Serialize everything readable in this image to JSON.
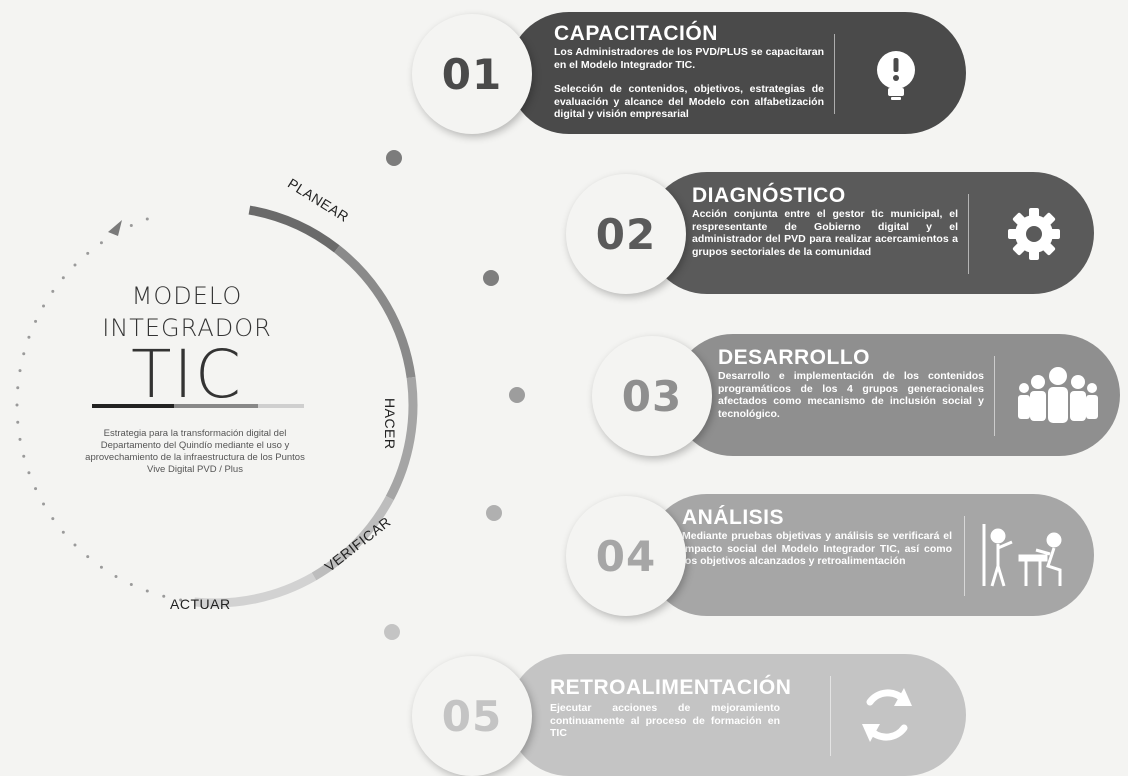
{
  "center": {
    "title_line1": "MODELO",
    "title_line2": "INTEGRADOR",
    "title_big": "TIC",
    "description": "Estrategia para la transformación digital del Departamento del Quindío mediante el uso y aprovechamiento de la infraestructura de los Puntos Vive Digital PVD / Plus"
  },
  "cycle": {
    "phases": [
      "PLANEAR",
      "HACER",
      "VERIFICAR",
      "ACTUAR"
    ]
  },
  "steps": [
    {
      "number": "01",
      "title": "CAPACITACIÓN",
      "text": "Los Administradores de los PVD/PLUS se capacitaran en el Modelo Integrador TIC.\n\nSelección de contenidos, objetivos, estrategias de evaluación y alcance del Modelo con alfabetización digital y visión empresarial",
      "icon": "lightbulb-icon",
      "color": "#4a4a4a"
    },
    {
      "number": "02",
      "title": "DIAGNÓSTICO",
      "text": "Acción conjunta entre el gestor tic municipal, el respresentante de Gobierno digital y el administrador del PVD para realizar acercamientos a grupos sectoriales de la comunidad",
      "icon": "gear-icon",
      "color": "#5a5a5a"
    },
    {
      "number": "03",
      "title": "DESARROLLO",
      "text": "Desarrollo e implementación de los contenidos programáticos de los 4 grupos generacionales afectados como mecanismo de inclusión social y tecnológico.",
      "icon": "group-icon",
      "color": "#8f8f8f"
    },
    {
      "number": "04",
      "title": "ANÁLISIS",
      "text": "Mediante pruebas objetivas y análisis se verificará el impacto social del Modelo Integrador TIC, así como los objetivos alcanzados y retroalimentación",
      "icon": "teacher-student-icon",
      "color": "#a6a6a6"
    },
    {
      "number": "05",
      "title": "RETROALIMENTACIÓN",
      "text": "Ejecutar acciones de mejoramiento continuamente al proceso de formación en TIC",
      "icon": "refresh-icon",
      "color": "#c4c4c4"
    }
  ]
}
